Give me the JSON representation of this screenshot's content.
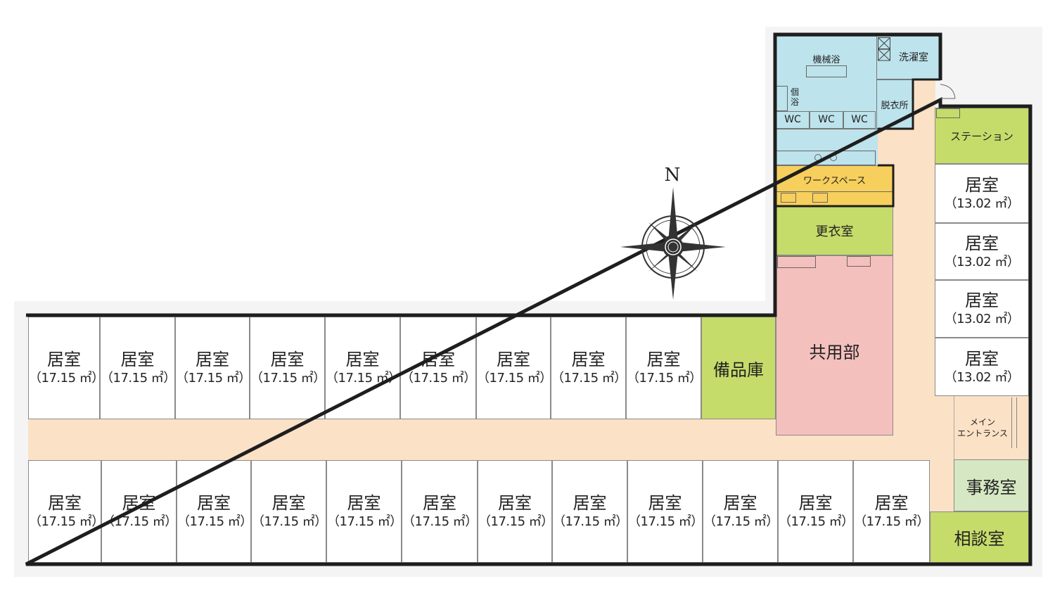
{
  "compass": {
    "north_label": "N"
  },
  "room_name": "居室",
  "south_row_area": "（17.15 ㎡）",
  "east_room_area": "（13.02 ㎡）",
  "labels": {
    "mechanical_bath": "機械浴",
    "laundry": "洗濯室",
    "private_bath": "個浴",
    "dressing_room": "脱衣所",
    "wc": "WC",
    "station": "ステーション",
    "workspace": "ワークスペース",
    "locker_room": "更衣室",
    "common_area": "共用部",
    "storage": "備品庫",
    "main_entrance": "メイン\nエントランス",
    "office": "事務室",
    "consultation": "相談室"
  },
  "colors": {
    "corridor": "#fbe1c6",
    "wet_area": "#bde3ec",
    "workspace": "#f6cf5c",
    "green_room": "#c5dc6a",
    "office": "#d6e8c3",
    "common_area": "#f4c0bd",
    "wall": "#1e1e1e"
  }
}
